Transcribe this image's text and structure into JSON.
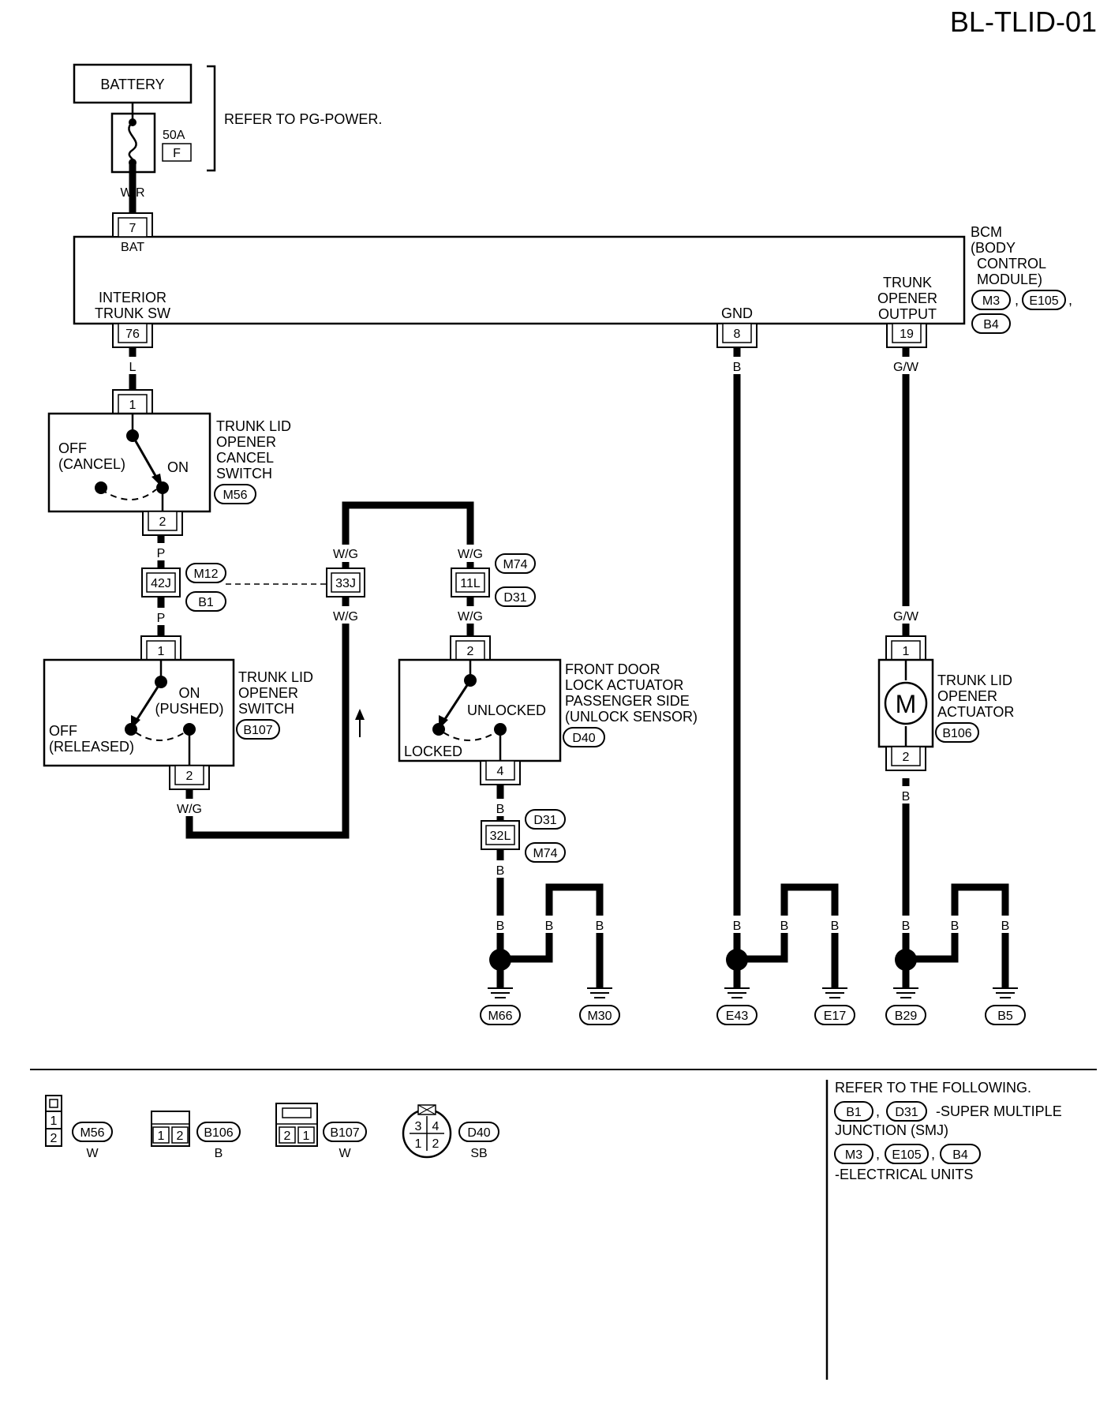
{
  "page_code": "BL-TLID-01",
  "battery": {
    "label": "BATTERY",
    "fuse_rating": "50A",
    "fuse_letter": "F",
    "refer": "REFER TO PG-POWER.",
    "wire": "W/R"
  },
  "bcm": {
    "name_lines": [
      "BCM",
      "(BODY",
      "CONTROL",
      "MODULE)"
    ],
    "connectors": [
      "M3",
      "E105",
      "B4"
    ],
    "bat_pin": "7",
    "bat_label": "BAT",
    "trunk_sw_lines": [
      "INTERIOR",
      "TRUNK SW"
    ],
    "trunk_sw_pin": "76",
    "gnd_label": "GND",
    "gnd_pin": "8",
    "output_lines": [
      "TRUNK",
      "OPENER",
      "OUTPUT"
    ],
    "output_pin": "19"
  },
  "cancel_switch": {
    "name_lines": [
      "TRUNK LID",
      "OPENER",
      "CANCEL",
      "SWITCH"
    ],
    "connector": "M56",
    "pin_top": "1",
    "pin_bottom": "2",
    "off_lines": [
      "OFF",
      "(CANCEL)"
    ],
    "on": "ON"
  },
  "opener_switch": {
    "name_lines": [
      "TRUNK LID",
      "OPENER",
      "SWITCH"
    ],
    "connector": "B107",
    "pin_top": "1",
    "pin_bottom": "2",
    "on_lines": [
      "ON",
      "(PUSHED)"
    ],
    "off_lines": [
      "OFF",
      "(RELEASED)"
    ]
  },
  "door_actuator": {
    "name_lines": [
      "FRONT DOOR",
      "LOCK ACTUATOR",
      "PASSENGER SIDE",
      "(UNLOCK SENSOR)"
    ],
    "connector": "D40",
    "pin_top": "2",
    "pin_bottom": "4",
    "unlocked": "UNLOCKED",
    "locked": "LOCKED"
  },
  "trunk_actuator": {
    "name_lines": [
      "TRUNK LID",
      "OPENER",
      "ACTUATOR"
    ],
    "connector": "B106",
    "pin_top": "1",
    "pin_bottom": "2",
    "motor": "M"
  },
  "junctions": {
    "j42": {
      "pin": "42J",
      "conn_a": "M12",
      "conn_b": "B1"
    },
    "j33": {
      "pin": "33J"
    },
    "j11": {
      "pin": "11L",
      "conn_a": "M74",
      "conn_b": "D31"
    },
    "j32": {
      "pin": "32L",
      "conn_a": "D31",
      "conn_b": "M74"
    }
  },
  "wire_colors": {
    "L": "L",
    "P": "P",
    "WG": "W/G",
    "B": "B",
    "GW": "G/W"
  },
  "grounds": [
    "M66",
    "M30",
    "E43",
    "E17",
    "B29",
    "B5"
  ],
  "legend": [
    {
      "pins": [
        "1",
        "2"
      ],
      "connector": "M56",
      "color": "W"
    },
    {
      "pins": [
        "1",
        "2"
      ],
      "connector": "B106",
      "color": "B"
    },
    {
      "pins": [
        "2",
        "1"
      ],
      "connector": "B107",
      "color": "W"
    },
    {
      "pins": [
        "3",
        "4",
        "1",
        "2"
      ],
      "connector": "D40",
      "color": "SB"
    }
  ],
  "refer": {
    "heading": "REFER TO THE FOLLOWING.",
    "smj_connectors": [
      "B1",
      "D31"
    ],
    "smj_text_1": "-SUPER MULTIPLE",
    "smj_text_2": "JUNCTION (SMJ)",
    "eu_connectors": [
      "M3",
      "E105",
      "B4"
    ],
    "eu_text": "-ELECTRICAL UNITS"
  }
}
